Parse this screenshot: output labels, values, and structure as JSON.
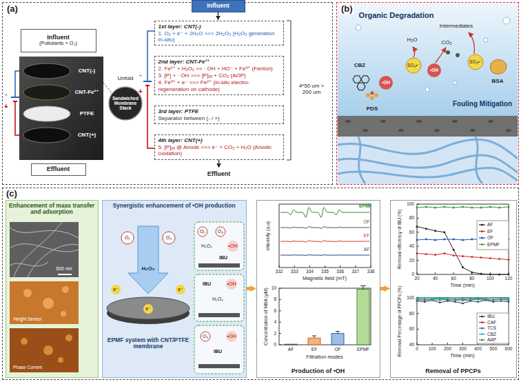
{
  "diagram": {
    "nodes": [
      {
        "text": [
          "(a)"
        ]
      },
      {
        "text": [
          "Influent"
        ],
        "in": 0
      },
      {
        "text": [
          "Influent",
          "(Pollutants + O₂)"
        ],
        "in": 0
      },
      {
        "text": [
          "1st layer: CNT(-)",
          "1. O₂ + e⁻ + 2H₂O >>> 2H₂O₂ (H₂O₂ generation in-situ)"
        ],
        "in": 0
      },
      {
        "text": [
          "2nd layer: CNT-Fe²⁺",
          "2. Fe²⁺ + H₂O₂ >> · OH + HO⁻ + Fe³⁺ (Fenton)",
          "3. [P] + · OH >>> [P]ₒₓ + CO₂ (AOP)",
          "4. Fe³⁺ + e⁻ >>> Fe²⁺ (in-situ electro-regeneration on cathode)"
        ],
        "in": 0
      },
      {
        "text": [
          "3rd layer: PTFE",
          "Separator between (- / +)"
        ],
        "in": 0
      },
      {
        "text": [
          "4th layer: CNT(+)",
          "5. [P]ₒₓ @ Anode >>> e⁻ + CO₂ + H₂O (Anodic oxidation)"
        ],
        "in": 0
      },
      {
        "text": [
          "Effluent"
        ],
        "in": 0
      },
      {
        "text": [
          "Effluent"
        ],
        "in": 0
      },
      {
        "text": [
          "(b)"
        ]
      },
      {
        "text": [
          "(c)"
        ]
      },
      {
        "text": [
          "Enhancement of mass transfer and adsorption"
        ],
        "in": 10
      },
      {
        "text": [
          "Synergistic enhancement of •OH production"
        ],
        "in": 10
      },
      {
        "text": [
          "Production of •OH"
        ],
        "in": 10
      },
      {
        "text": [
          "Removal of PPCPs"
        ],
        "in": 10
      }
    ],
    "edges": [
      {
        "from": 1,
        "to": 3,
        "arrow": "to"
      },
      {
        "from": 6,
        "to": 8,
        "arrow": "to"
      },
      {
        "from": 12,
        "to": 13,
        "arrow": "to"
      },
      {
        "from": 13,
        "to": 14,
        "arrow": "to"
      }
    ],
    "labels": [
      "CNT(-)",
      "CNT-Fe²⁺",
      "PTFE",
      "CNT(+)",
      "Unfold",
      "Sandwiched Membrane Stack",
      "-",
      "+",
      "-",
      "+",
      "4*50 um = 200 um",
      "Organic Degradation",
      "Intermediates",
      "H₂O",
      "CO₂",
      "SO₄•⁻",
      "•OH",
      "SO₄•⁻",
      "•OH",
      "CBZ",
      "PDS",
      "BSA",
      "Fouling Mitigation",
      "500 nm",
      "Height Sensor",
      "Phase Current",
      "O₂",
      "O₃",
      "H₂O₂",
      "e⁻",
      "e⁻",
      "e⁻",
      "EPMF system with CNT/PTFE membrane",
      "O₂",
      "O₃",
      "H₂O₂",
      "•OH",
      "IBU",
      "IBU",
      "•OH",
      "H₂O₂",
      "O₃",
      "•OH",
      "IBU",
      "Intensity (a.u)",
      "332",
      "333",
      "334",
      "335",
      "336",
      "337",
      "338",
      "Magnetic field (mT)",
      "EPMF",
      "OF",
      "EF",
      "AF",
      "Concentration of HBA (μM)",
      "0",
      "2",
      "4",
      "6",
      "8",
      "10",
      "AF",
      "EF",
      "OF",
      "EPMF",
      "Filtration modes",
      "Removal efficiency of IBU (%)",
      "0",
      "20",
      "40",
      "60",
      "80",
      "100",
      "20",
      "40",
      "60",
      "80",
      "100",
      "120",
      "Time (min)",
      "Removal Percentage of PPCPs (%)",
      "40",
      "60",
      "80",
      "100",
      "0",
      "100",
      "200",
      "300",
      "400",
      "500",
      "600",
      "Time (min)"
    ],
    "legend": [
      {
        "text": "AF"
      },
      {
        "text": "EF"
      },
      {
        "text": "OF"
      },
      {
        "text": "EPMF"
      },
      {
        "text": "IBU"
      },
      {
        "text": "CAF"
      },
      {
        "text": "TCS"
      },
      {
        "text": "CBZ"
      },
      {
        "text": "AAP"
      }
    ]
  }
}
